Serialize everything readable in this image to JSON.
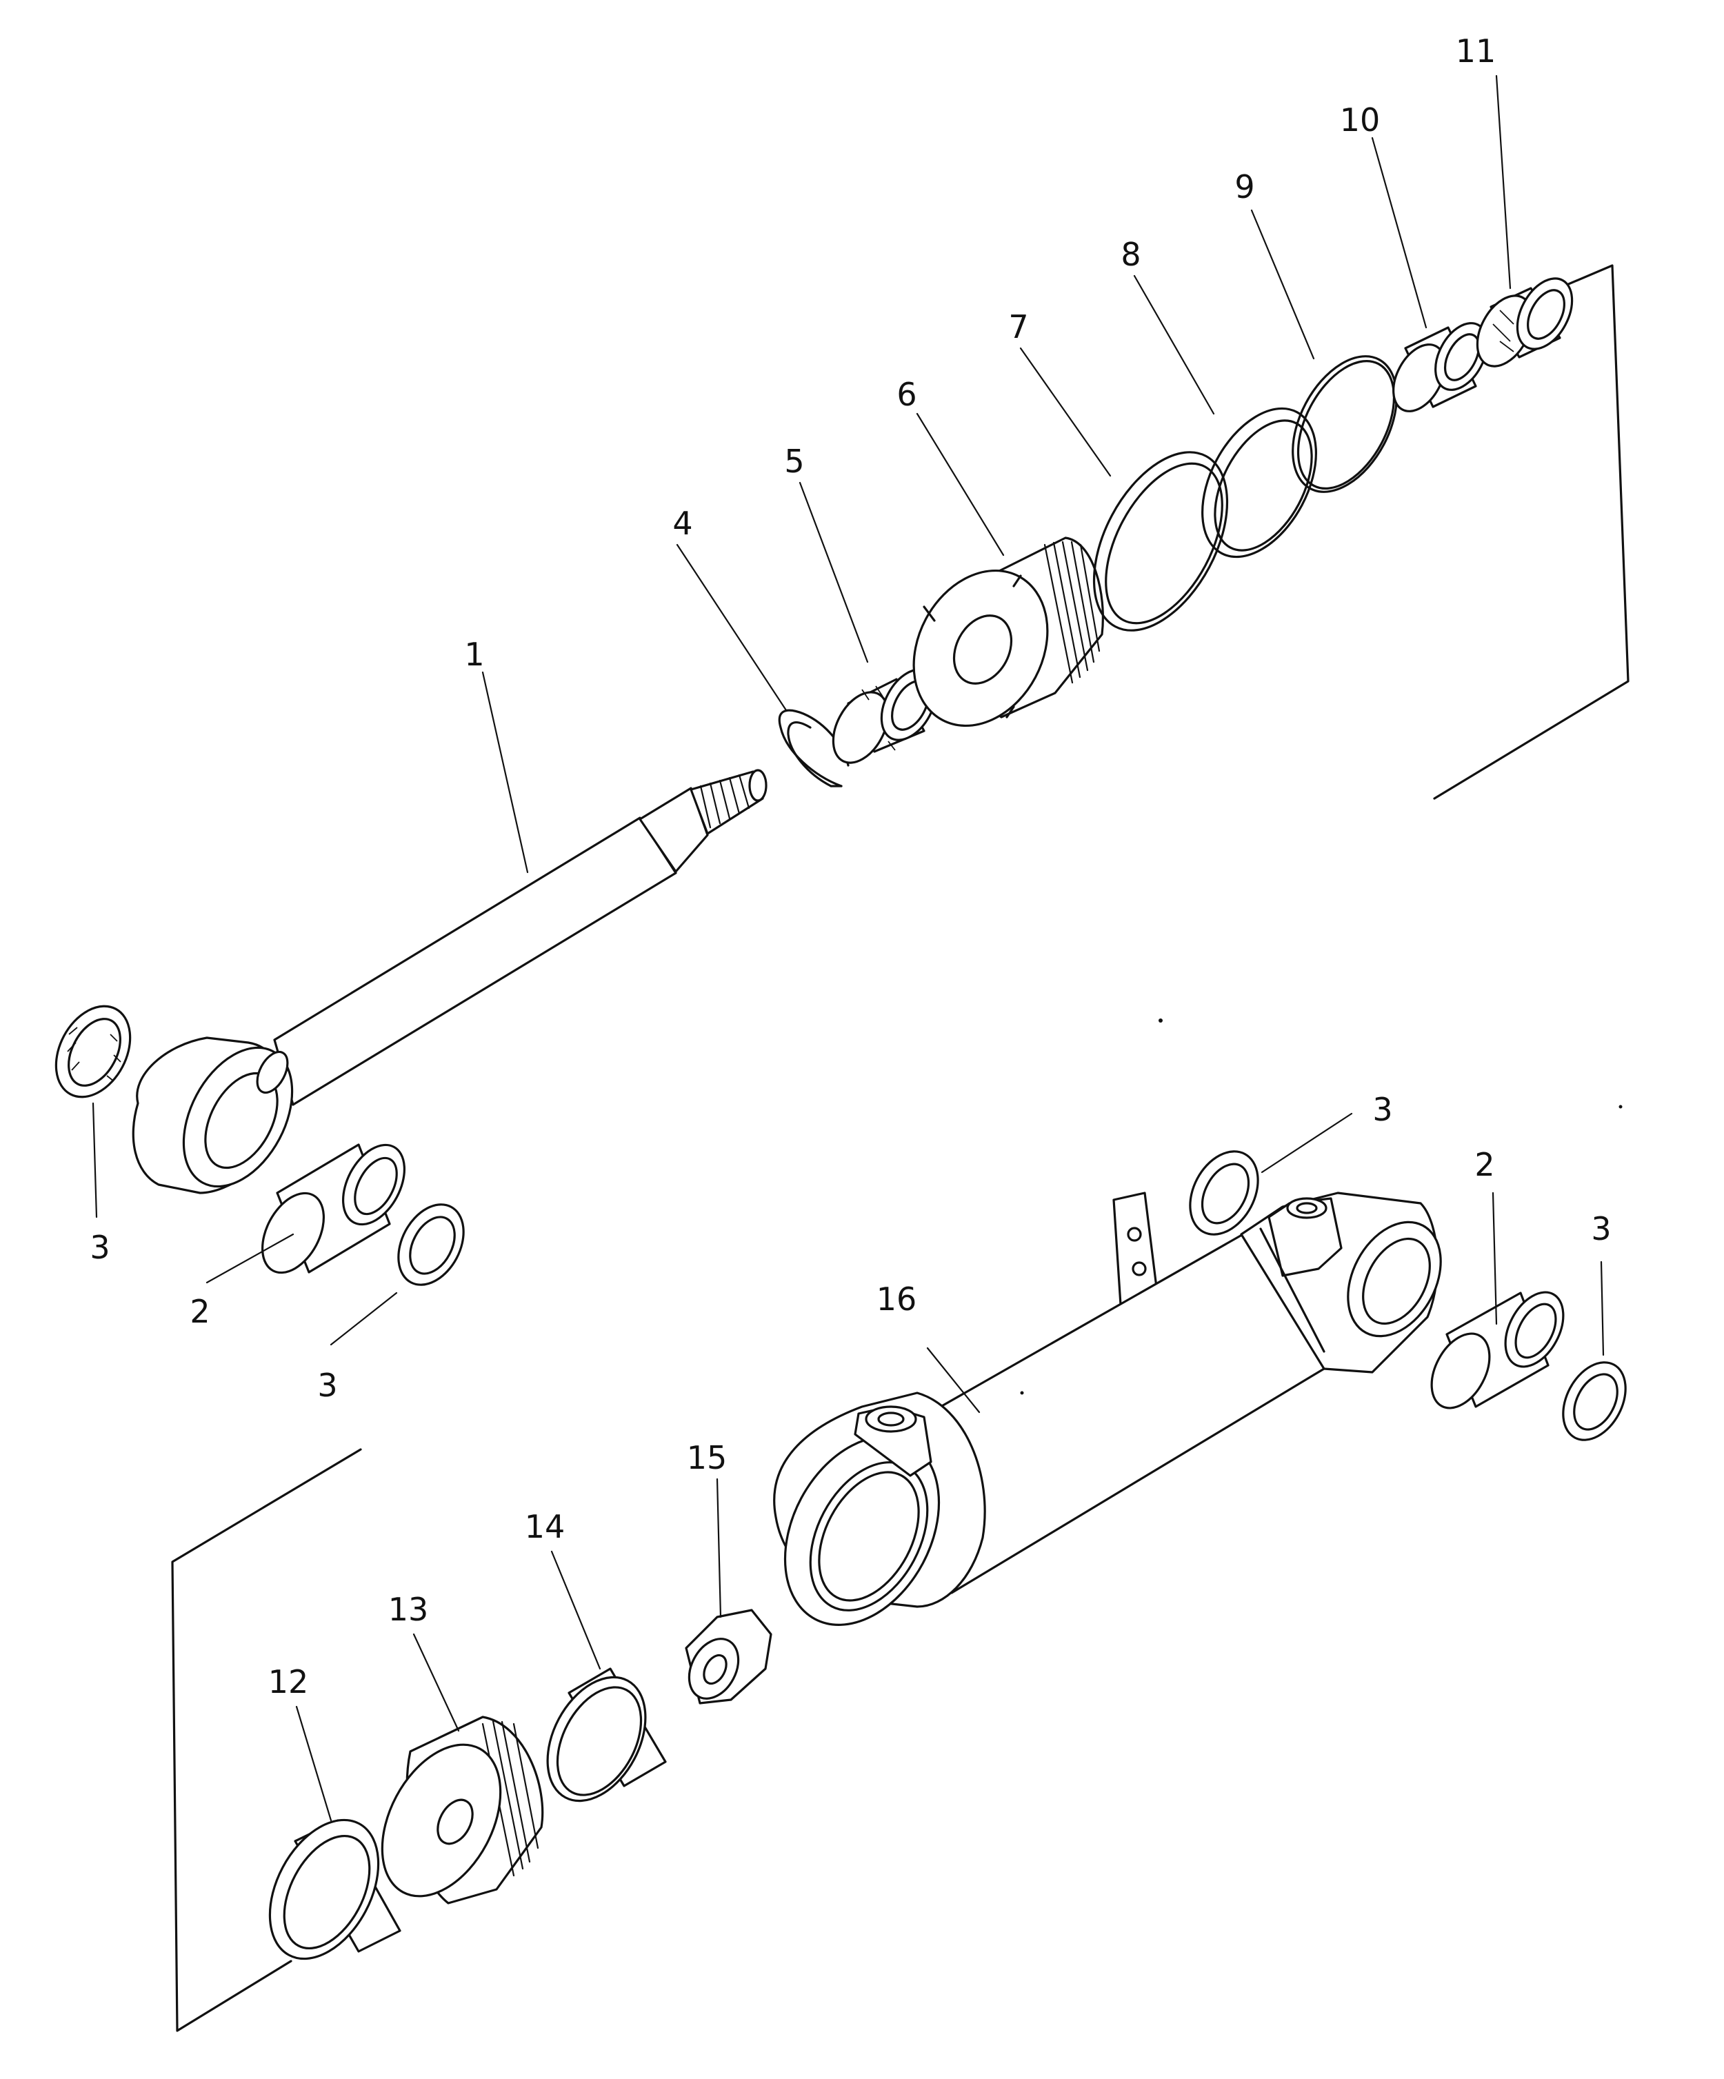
{
  "diagram": {
    "callouts": [
      {
        "id": "c1",
        "text": "1"
      },
      {
        "id": "c2a",
        "text": "2"
      },
      {
        "id": "c2b",
        "text": "2"
      },
      {
        "id": "c3a",
        "text": "3"
      },
      {
        "id": "c3b",
        "text": "3"
      },
      {
        "id": "c3c",
        "text": "3"
      },
      {
        "id": "c3d",
        "text": "3"
      },
      {
        "id": "c4",
        "text": "4"
      },
      {
        "id": "c5",
        "text": "5"
      },
      {
        "id": "c6",
        "text": "6"
      },
      {
        "id": "c7",
        "text": "7"
      },
      {
        "id": "c8",
        "text": "8"
      },
      {
        "id": "c9",
        "text": "9"
      },
      {
        "id": "c10",
        "text": "10"
      },
      {
        "id": "c11",
        "text": "11"
      },
      {
        "id": "c12",
        "text": "12"
      },
      {
        "id": "c13",
        "text": "13"
      },
      {
        "id": "c14",
        "text": "14"
      },
      {
        "id": "c15",
        "text": "15"
      },
      {
        "id": "c16",
        "text": "16"
      }
    ],
    "parts": [
      {
        "id": "rod",
        "icon": "piston-rod"
      },
      {
        "id": "bushing",
        "icon": "bushing"
      },
      {
        "id": "dust-seal",
        "icon": "dust-seal"
      },
      {
        "id": "snap-ring",
        "icon": "snap-ring"
      },
      {
        "id": "rod-seal",
        "icon": "rod-seal"
      },
      {
        "id": "cylinder-head",
        "icon": "cylinder-head"
      },
      {
        "id": "backup-ring",
        "icon": "backup-ring"
      },
      {
        "id": "ring",
        "icon": "ring"
      },
      {
        "id": "o-ring",
        "icon": "o-ring"
      },
      {
        "id": "sleeve",
        "icon": "sleeve"
      },
      {
        "id": "wiper",
        "icon": "wiper"
      },
      {
        "id": "piston-seal",
        "icon": "piston-seal"
      },
      {
        "id": "piston",
        "icon": "piston"
      },
      {
        "id": "wear-ring",
        "icon": "wear-ring"
      },
      {
        "id": "nut",
        "icon": "nut"
      },
      {
        "id": "cylinder-tube",
        "icon": "cylinder-tube"
      }
    ]
  }
}
